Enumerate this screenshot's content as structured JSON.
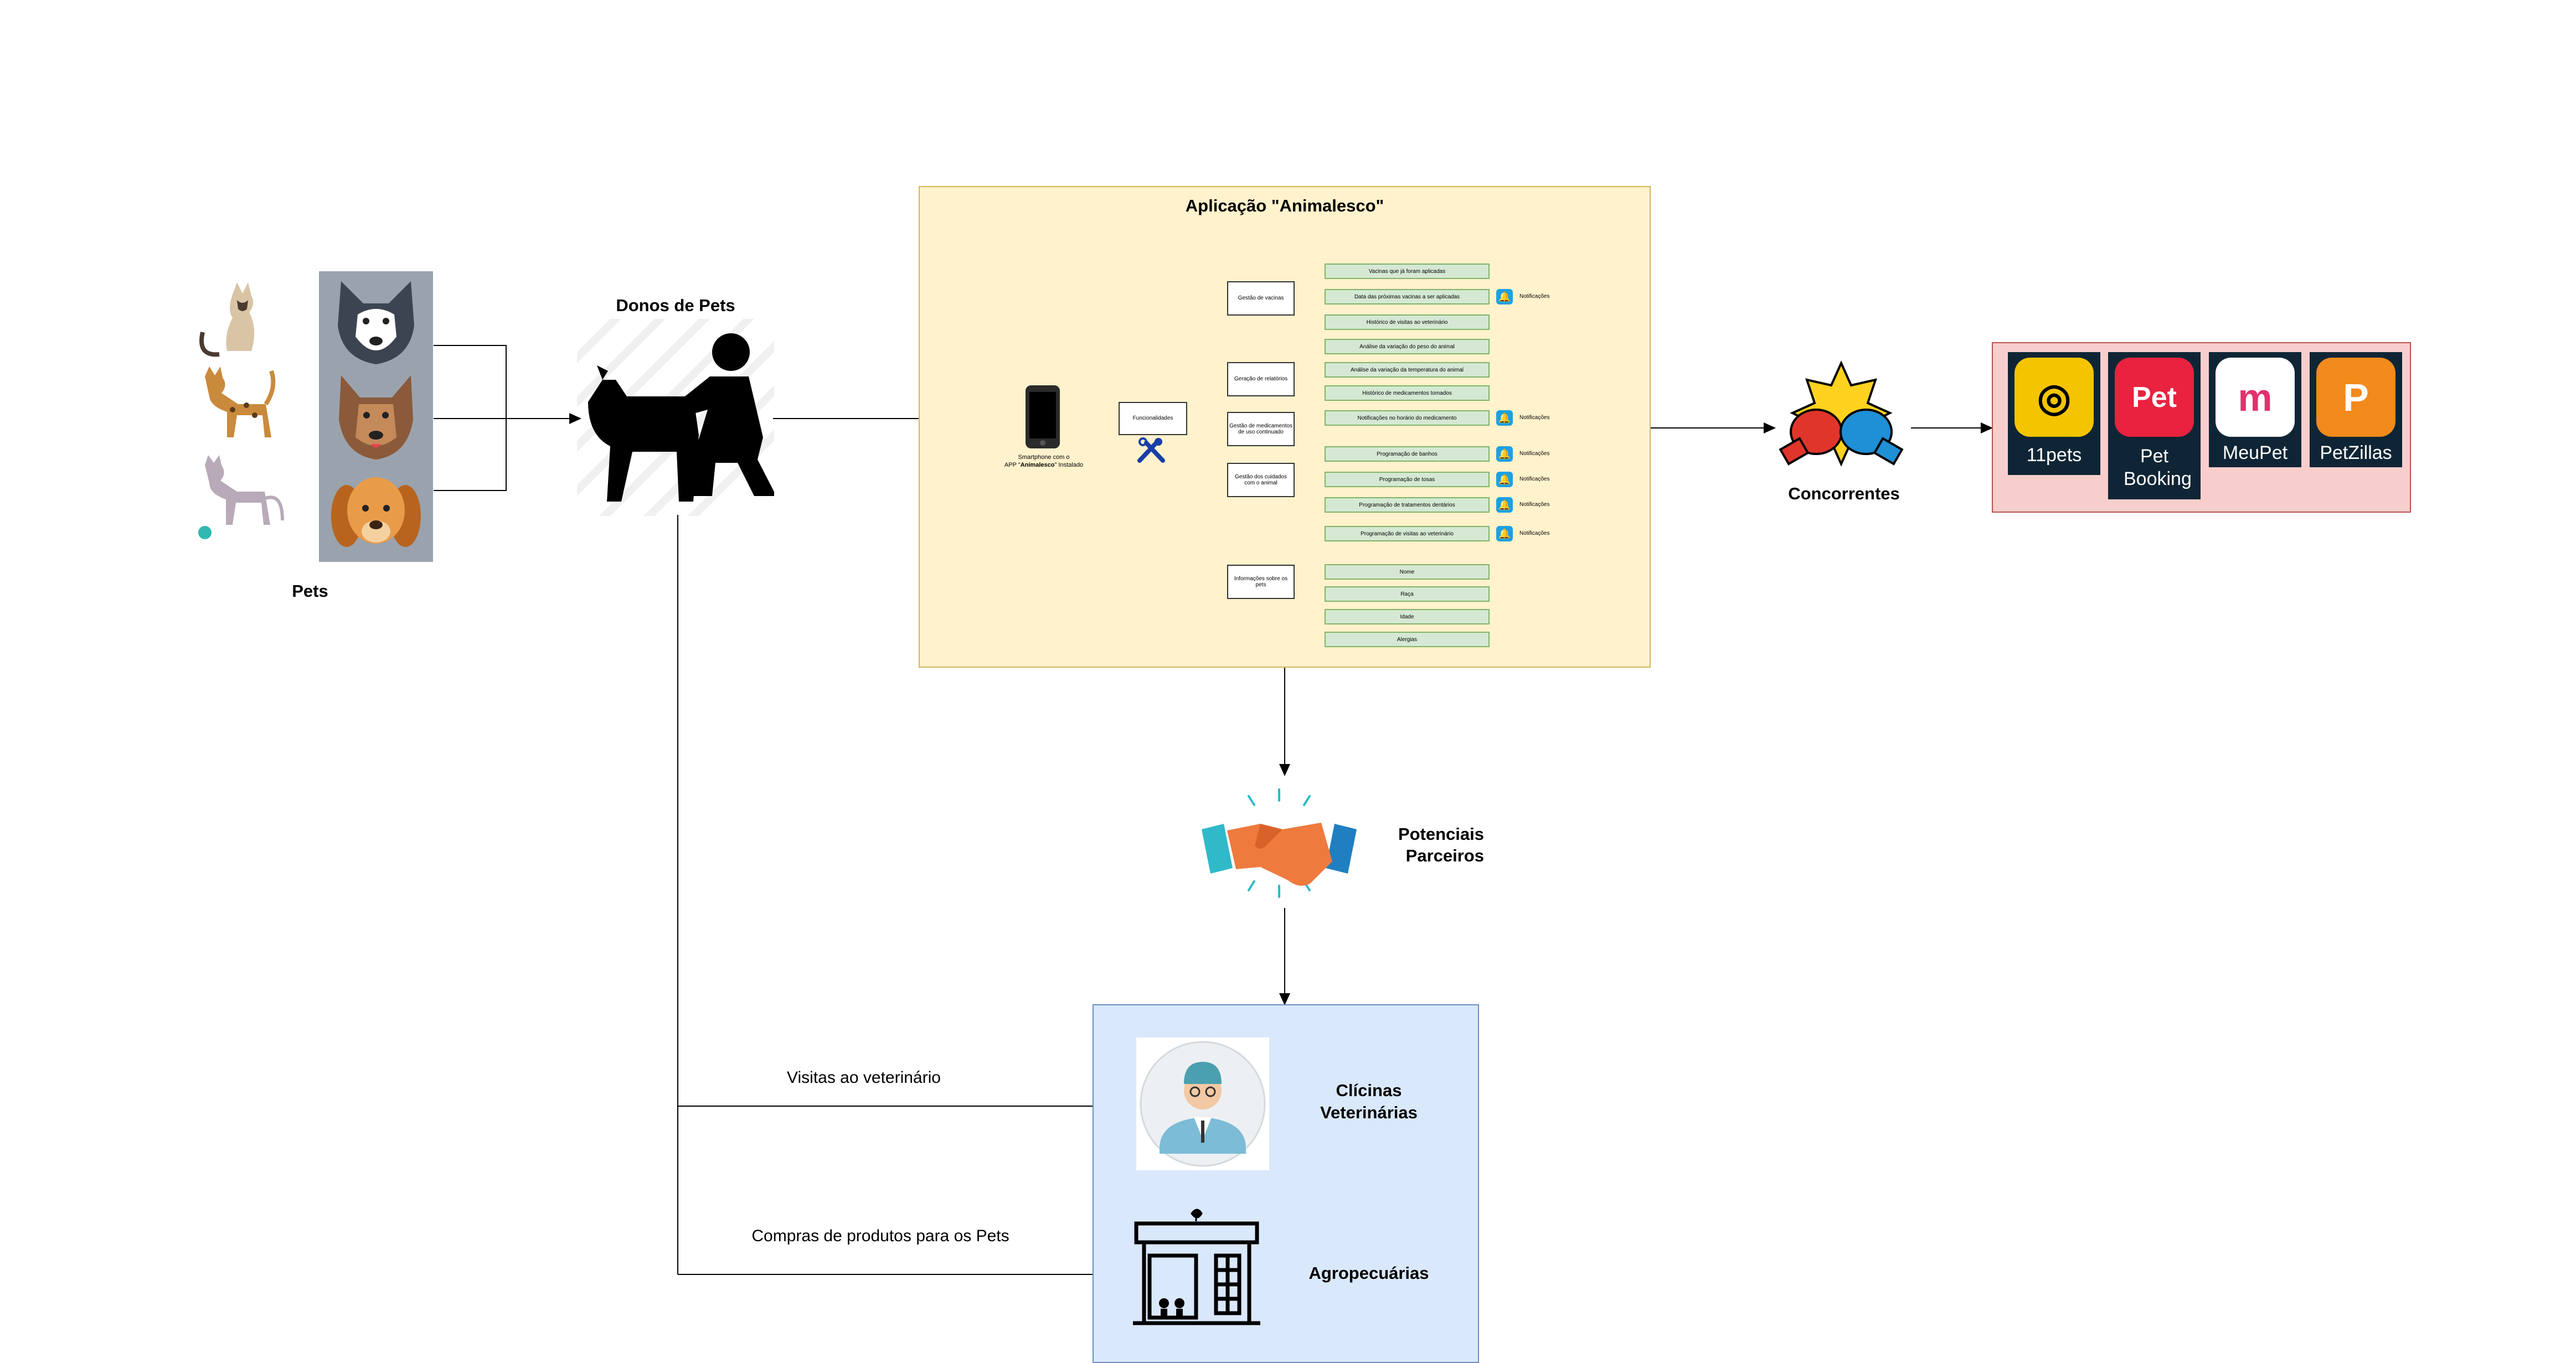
{
  "pets": {
    "label": "Pets"
  },
  "owners": {
    "label": "Donos de Pets"
  },
  "app": {
    "title": "Aplicação \"Animalesco\"",
    "smartphone_prefix": "Smartphone com o",
    "smartphone_line2_a": "APP \"",
    "smartphone_line2_bold": "Animalesco",
    "smartphone_line2_b": "\" Instalado",
    "functions_node": "Funcionalidades",
    "categories": [
      {
        "label": "Gestão de vacinas",
        "leaves": [
          {
            "text": "Vacinas  que já foram aplicadas",
            "notif": false
          },
          {
            "text": "Data das próximas vacinas a ser aplicadas",
            "notif": true
          }
        ]
      },
      {
        "label": "Geração de relatórios",
        "leaves": [
          {
            "text": "Histórico de visitas ao veterinário",
            "notif": false
          },
          {
            "text": "Análise da variação do peso do animal",
            "notif": false
          },
          {
            "text": "Análise da variação da temperatura do animal",
            "notif": false
          },
          {
            "text": "Histórico de medicamentos tomados",
            "notif": false
          }
        ]
      },
      {
        "label": "Gestão de medicamentos de uso continuado",
        "leaves": [
          {
            "text": "Notificações no horário do medicamento",
            "notif": true
          }
        ]
      },
      {
        "label": "Gestão dos cuidados com o animal",
        "leaves": [
          {
            "text": "Programação de banhos",
            "notif": true
          },
          {
            "text": "Programação de tosas",
            "notif": true
          },
          {
            "text": "Programação de tratamentos dentários",
            "notif": true
          },
          {
            "text": "Programação de visitas ao veterinário",
            "notif": true
          }
        ]
      },
      {
        "label": "Informações sobre os pets",
        "leaves": [
          {
            "text": "Nome",
            "notif": false
          },
          {
            "text": "Raça",
            "notif": false
          },
          {
            "text": "Idade",
            "notif": false
          },
          {
            "text": "Alergias",
            "notif": false
          }
        ]
      }
    ],
    "notif_label": "Notificações"
  },
  "competitors": {
    "label": "Concorrentes",
    "apps": [
      {
        "name": "11pets",
        "color": "#f5c400",
        "glyph": "◎"
      },
      {
        "name": "Pet Booking",
        "color": "#e8223f",
        "glyph": "Pet"
      },
      {
        "name": "MeuPet",
        "color": "#ffffff",
        "glyph": "m"
      },
      {
        "name": "PetZillas",
        "color": "#f28a1c",
        "glyph": "P"
      }
    ]
  },
  "partners": {
    "line1": "Potenciais",
    "line2": "Parceiros"
  },
  "clinics": {
    "line1": "Clícinas",
    "line2": "Veterinárias"
  },
  "agro": {
    "label": "Agropecuárias"
  },
  "edges": {
    "vet_visits": "Visitas ao veterinário",
    "purchases": "Compras de produtos para os Pets"
  },
  "colors": {
    "app_fill": "#fff2cc",
    "app_stroke": "#d6b656",
    "competitor_fill": "#f8cecc",
    "competitor_stroke": "#b85450",
    "partner_fill": "#dae8fc",
    "partner_stroke": "#6c8ebf",
    "leaf_fill": "#d5e8d4",
    "leaf_stroke": "#82b366",
    "notif_icon": "#1ba1e2"
  },
  "icons": [
    "cat-icon",
    "dog-face-icon",
    "owner-with-dog-icon",
    "smartphone-icon",
    "tools-icon",
    "bell-icon",
    "boxing-gloves-icon",
    "handshake-icon",
    "veterinarian-icon",
    "shop-icon"
  ]
}
